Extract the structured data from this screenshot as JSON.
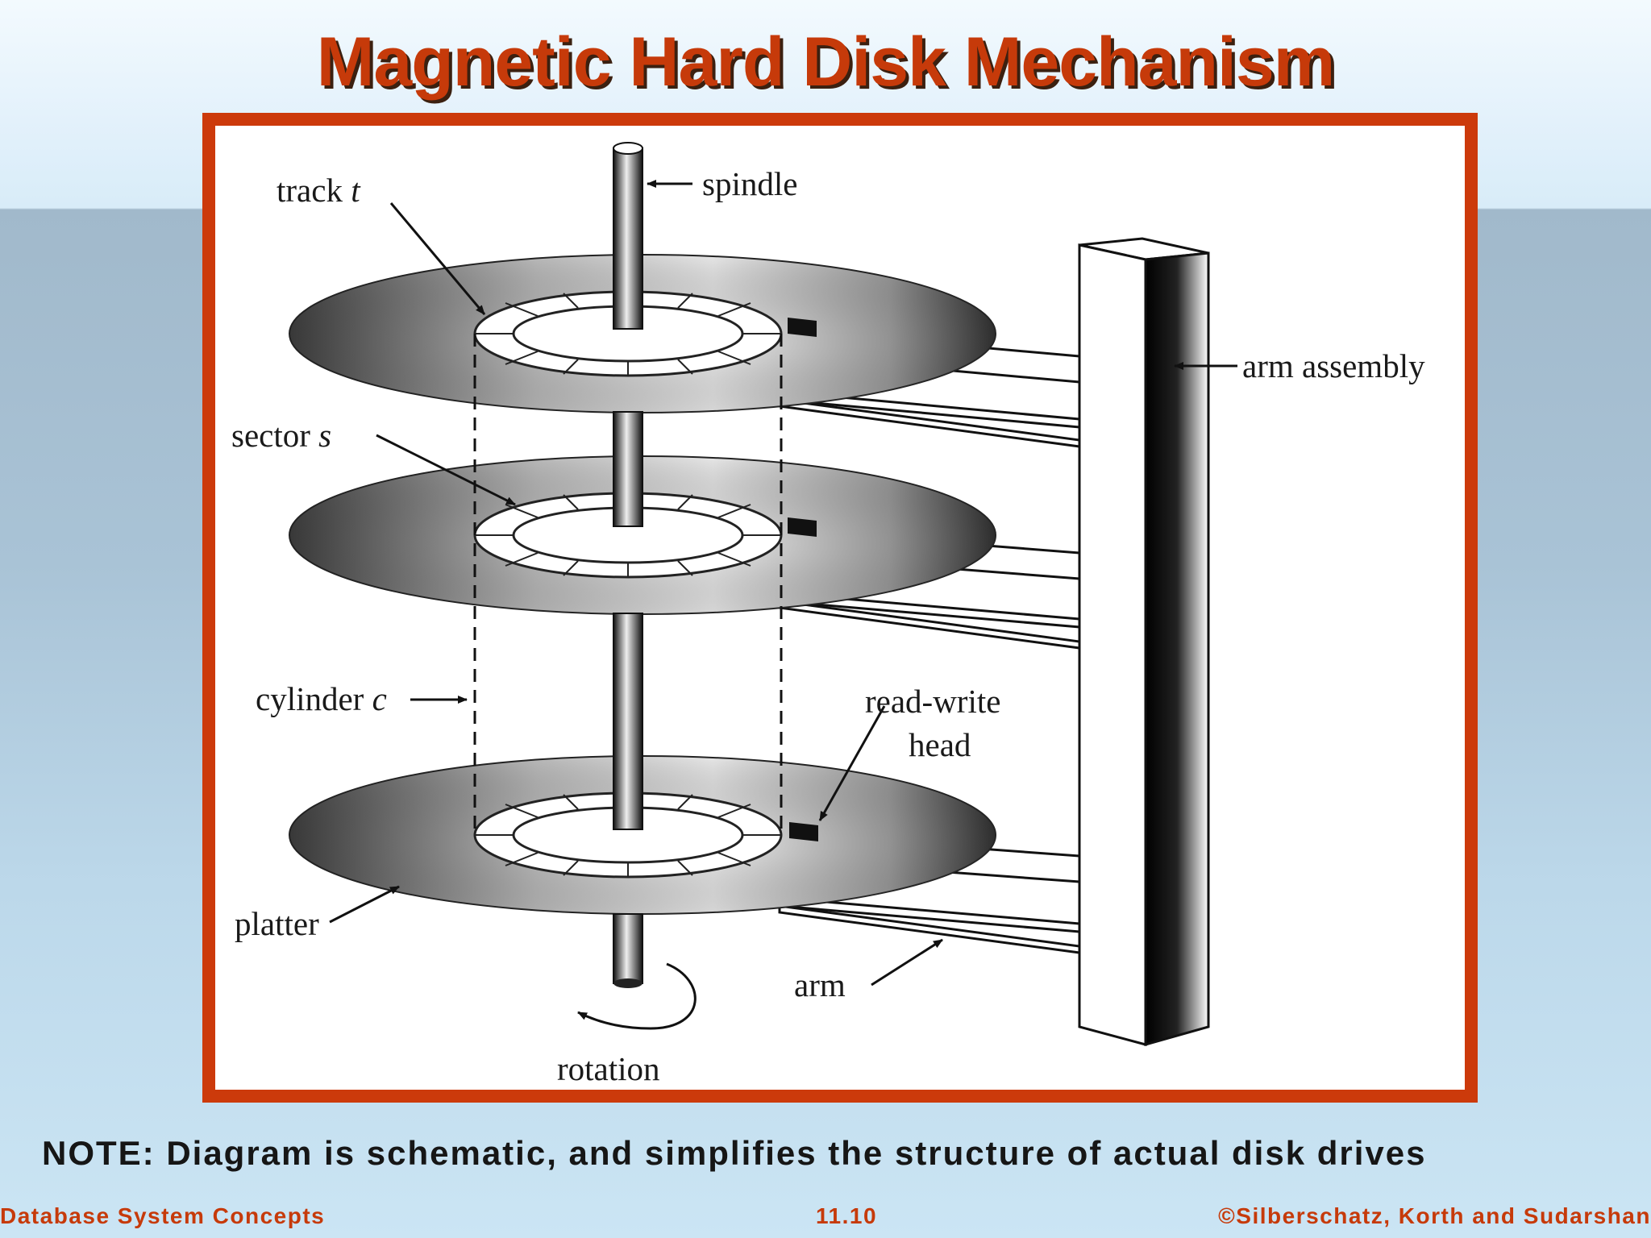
{
  "slide": {
    "title": "Magnetic Hard Disk Mechanism",
    "note": "NOTE: Diagram is schematic, and simplifies the structure of actual disk drives"
  },
  "diagram": {
    "labels": {
      "track": "track",
      "track_var": "t",
      "spindle": "spindle",
      "arm_assembly": "arm assembly",
      "sector": "sector",
      "sector_var": "s",
      "cylinder": "cylinder",
      "cylinder_var": "c",
      "read_write_1": "read-write",
      "read_write_2": "head",
      "platter": "platter",
      "arm": "arm",
      "rotation": "rotation"
    }
  },
  "footer": {
    "left": "Database System Concepts",
    "center": "11.10",
    "right": "©Silberschatz, Korth and Sudarshan"
  }
}
